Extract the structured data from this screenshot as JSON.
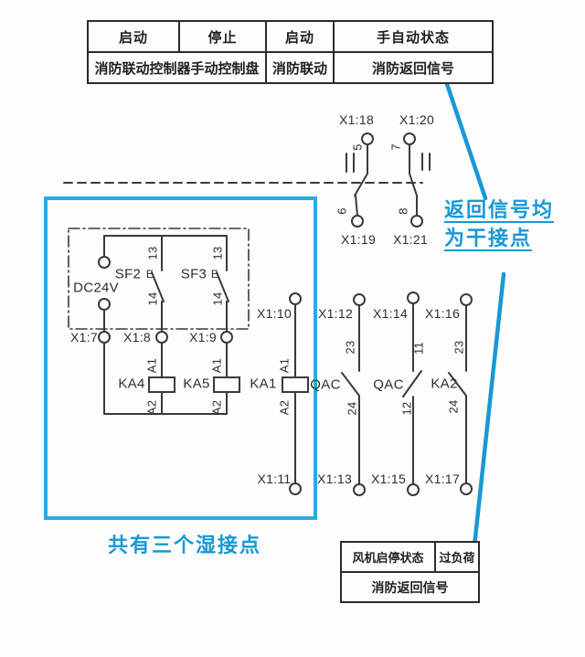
{
  "top_table": {
    "row1": [
      "启动",
      "停止",
      "启动",
      "手自动状态"
    ],
    "row2": [
      "消防联动控制器手动控制盘",
      "消防联动",
      "消防返回信号"
    ]
  },
  "bottom_table": {
    "row1": [
      "风机启停状态",
      "过负荷"
    ],
    "row2": "消防返回信号"
  },
  "annotations": {
    "right_line1": "返回信号均",
    "right_line2": "为干接点",
    "bottom": "共有三个湿接点"
  },
  "terminals": {
    "x18": "X1:18",
    "x19": "X1:19",
    "x20": "X1:20",
    "x21": "X1:21",
    "x7": "X1:7",
    "x8": "X1:8",
    "x9": "X1:9",
    "x10": "X1:10",
    "x11": "X1:11",
    "x12": "X1:12",
    "x13": "X1:13",
    "x14": "X1:14",
    "x15": "X1:15",
    "x16": "X1:16",
    "x17": "X1:17"
  },
  "components": {
    "dc24v": "DC24V",
    "sf2": "SF2",
    "sf3": "SF3",
    "ka4": "KA4",
    "ka5": "KA5",
    "ka1": "KA1",
    "qac": "QAC",
    "ka2": "KA2",
    "actuator": "E"
  },
  "pins": {
    "p5": "5",
    "p6": "6",
    "p7": "7",
    "p8": "8",
    "p13": "13",
    "p14": "14",
    "a1": "A1",
    "a2": "A2",
    "p23": "23",
    "p24": "24",
    "p11": "11",
    "p12": "12"
  },
  "colors": {
    "box_blue": "#29abe2",
    "text_blue": "#1898d5",
    "line_dark": "#3a3a3a"
  }
}
